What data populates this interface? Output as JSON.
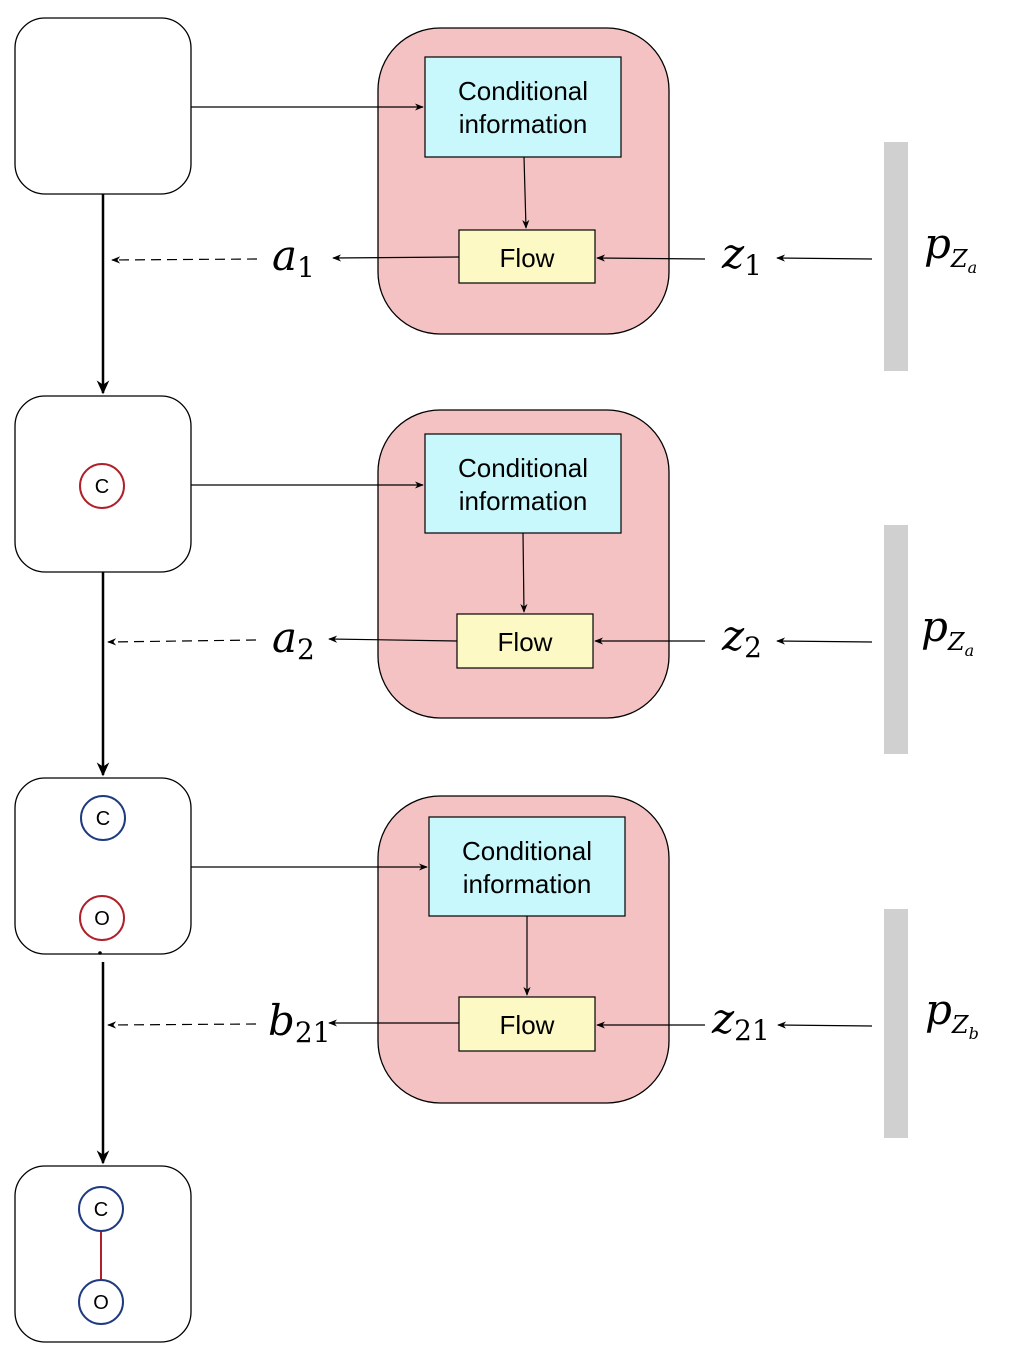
{
  "steps": [
    {
      "cond_label_line1": "Conditional",
      "cond_label_line2": "information",
      "flow_label": "Flow",
      "out_var": "a",
      "out_sub": "1",
      "in_var": "z",
      "in_sub": "1",
      "prior_var": "p",
      "prior_sub": "Z",
      "prior_subsub": "a"
    },
    {
      "cond_label_line1": "Conditional",
      "cond_label_line2": "information",
      "flow_label": "Flow",
      "out_var": "a",
      "out_sub": "2",
      "in_var": "z",
      "in_sub": "2",
      "prior_var": "p",
      "prior_sub": "Z",
      "prior_subsub": "a"
    },
    {
      "cond_label_line1": "Conditional",
      "cond_label_line2": "information",
      "flow_label": "Flow",
      "out_var": "b",
      "out_sub": "21",
      "in_var": "z",
      "in_sub": "21",
      "prior_var": "p",
      "prior_sub": "Z",
      "prior_subsub": "b"
    }
  ],
  "molecules": [
    {
      "atoms": []
    },
    {
      "atoms": [
        {
          "label": "C",
          "color": "#b0202a"
        }
      ]
    },
    {
      "atoms": [
        {
          "label": "C",
          "color": "#1f3b80"
        },
        {
          "label": "O",
          "color": "#b0202a"
        }
      ]
    },
    {
      "atoms": [
        {
          "label": "C",
          "color": "#1f3b80"
        },
        {
          "label": "O",
          "color": "#1f3b80"
        }
      ],
      "bond_color": "#b0202a"
    }
  ],
  "colors": {
    "module_fill": "#f4c2c2",
    "cond_fill": "#c8f8fc",
    "flow_fill": "#fdf9c4",
    "prior_bar": "#d0d0d0",
    "stroke": "#000000"
  }
}
